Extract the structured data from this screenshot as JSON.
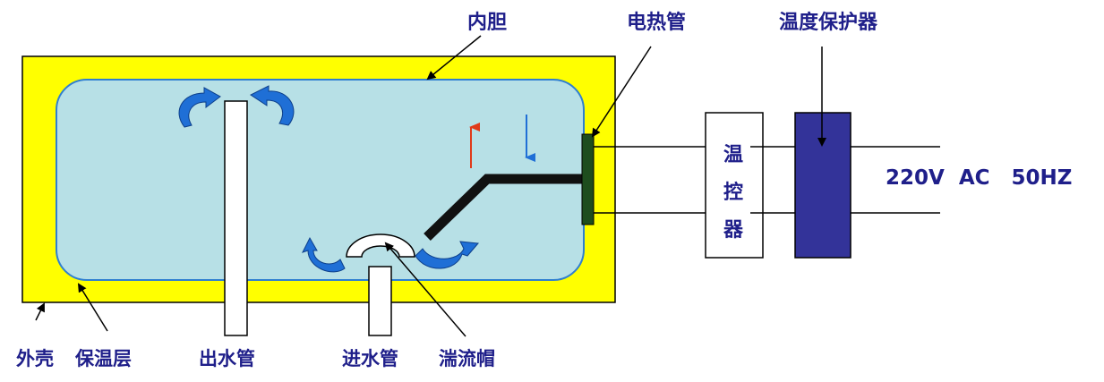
{
  "labels": {
    "inner_tank": "内胆",
    "heating_tube": "电热管",
    "temp_protector": "温度保护器",
    "outer_shell": "外壳",
    "insulation": "保温层",
    "outlet_pipe": "出水管",
    "inlet_pipe": "进水管",
    "turbulence_cap": "湍流帽",
    "power_supply": "220V  AC   50HZ"
  },
  "thermostat_chars": [
    "温",
    "控",
    "器"
  ],
  "colors": {
    "outer_shell": "#ffff00",
    "water": "#b7e0e6",
    "tank_border": "#2f7fd0",
    "heater": "#1e4d1e",
    "protector": "#333399",
    "label": "#1f1f8a",
    "arrow_blue": "#1f6fd6",
    "arrow_red": "#e03a1a"
  }
}
